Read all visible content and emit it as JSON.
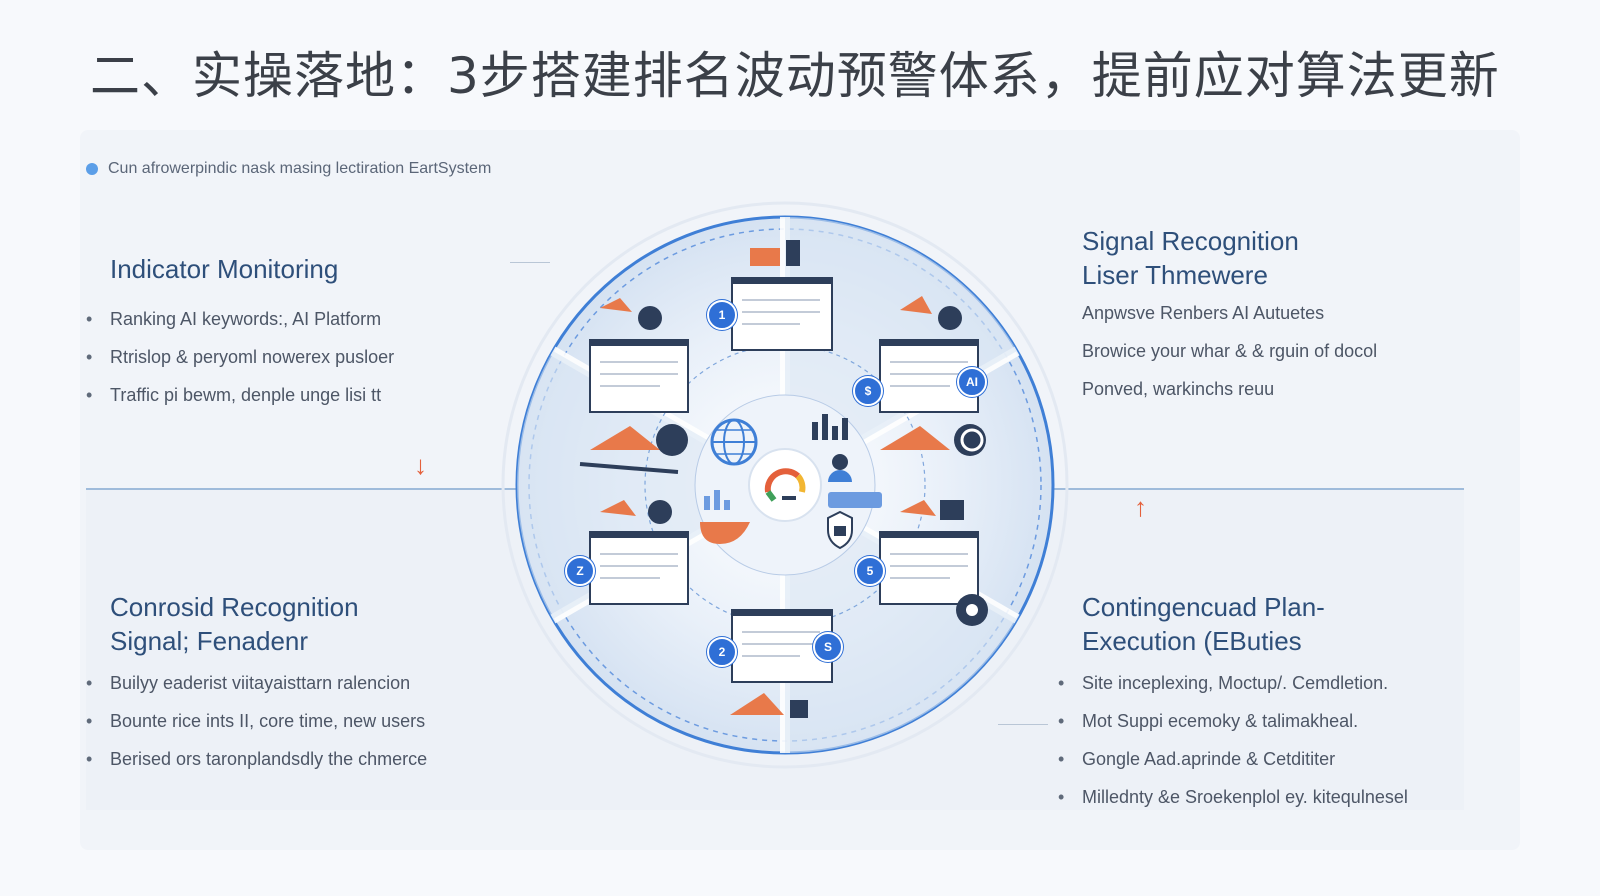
{
  "title": "二、实操落地：3步搭建排名波动预警体系，提前应对算法更新",
  "subtitle": "Cun afrowerpindic nask masing lectiration EartSystem",
  "colors": {
    "accent": "#2e4f7a",
    "arrow": "#e4603b",
    "circle": "#5b9ee8",
    "badge": "#2f6fd6"
  },
  "sections": {
    "indicator": {
      "heading": "Indicator Monitoring",
      "items": [
        "Ranking AI keywords:, AI Platform",
        "Rtrislop & peryoml nowerex pusloer",
        "Traffic pi bewm, denple unge lisi tt"
      ]
    },
    "signal": {
      "heading_line1": "Signal Recognition",
      "heading_line2": "Liser Thmewere",
      "items": [
        "Anpwsve Renbers AI Autuetes",
        "Browice your whar & & rguin of docol",
        "Ponved, warkinchs reuu"
      ]
    },
    "conrosid": {
      "heading_line1": "Conrosid Recognition",
      "heading_line2": "Signal; Fenadenr",
      "items": [
        "Builyy eaderist viitayaisttarn ralencion",
        "Bounte rice ints II, core time, new users",
        "Berised ors taronplandsdly the chmerce"
      ]
    },
    "contingency": {
      "heading_line1": "Contingencuad Plan-",
      "heading_line2": "Execution (EButies",
      "items": [
        "Site inceplexing, Moctup/. Cemdletion.",
        "Mot Suppi ecemoky & talimakheal.",
        "Gongle Aad.aprinde & Cetdititer",
        "Millednty &e Sroekenplol ey. kitequlnesel"
      ]
    }
  },
  "arrows": {
    "down": "↓",
    "up": "↑"
  },
  "badges": [
    "1",
    "AI",
    "$",
    "Z",
    "2",
    "S",
    "5"
  ],
  "icons": [
    "globe-icon",
    "logo-icon",
    "people-icon",
    "chart-icon",
    "shield-icon",
    "gear-icon"
  ]
}
